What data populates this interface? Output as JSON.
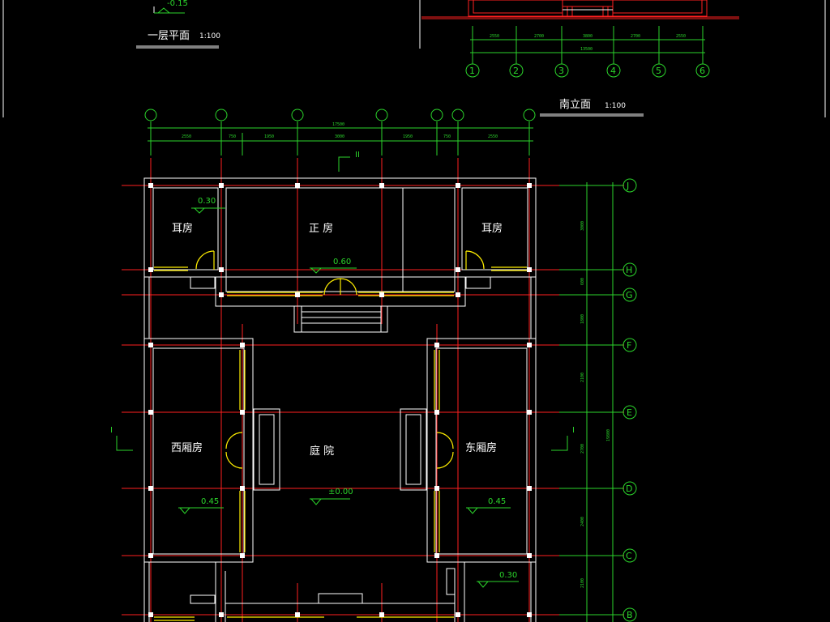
{
  "plan_title": "一层平面",
  "plan_scale": "1:100",
  "plan_top_elev": "-0.15",
  "elev_title": "南立面",
  "elev_scale": "1:100",
  "elev_dims": [
    "2550",
    "2700",
    "3800",
    "2700",
    "2550"
  ],
  "elev_total": "13500",
  "elev_axes": [
    "1",
    "2",
    "3",
    "4",
    "5",
    "6"
  ],
  "plan_total": "17500",
  "plan_dims": [
    "2550",
    "750",
    "1950",
    "3000",
    "1950",
    "750",
    "2550"
  ],
  "section_mark": "II",
  "section_mark_side": "I",
  "rooms": {
    "ear_left": "耳房",
    "main": "正  房",
    "ear_right": "耳房",
    "west": "西厢房",
    "east": "东厢房",
    "court": "庭  院"
  },
  "elevs": {
    "ear": "0.30",
    "main": "0.60",
    "west": "0.45",
    "east": "0.45",
    "court": "±0.00",
    "south": "0.30"
  },
  "plan_axes": [
    "J",
    "H",
    "G",
    "F",
    "E",
    "D",
    "C",
    "B"
  ],
  "side_dims": [
    "3000",
    "600",
    "1800",
    "2100",
    "2700",
    "2400",
    "2100"
  ],
  "side_total": "19800"
}
